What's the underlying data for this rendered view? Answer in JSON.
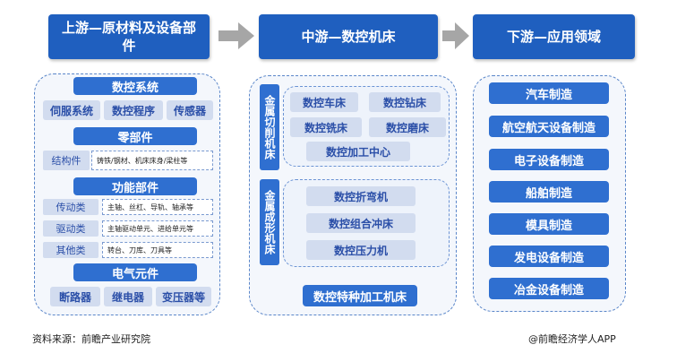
{
  "upstream": {
    "title": "上游—原材料及设备部件",
    "groups": {
      "cnc_system": {
        "title": "数控系统",
        "items": [
          "伺服系统",
          "数控程序",
          "传感器"
        ]
      },
      "parts": {
        "title": "零部件",
        "structural_label": "结构件",
        "structural_detail": "铸铁/钢材、机床床身/梁柱等"
      },
      "functional": {
        "title": "功能部件",
        "rows": [
          {
            "label": "传动类",
            "detail": "主轴、丝杠、导轨、轴承等"
          },
          {
            "label": "驱动类",
            "detail": "主轴驱动单元、进给单元等"
          },
          {
            "label": "其他类",
            "detail": "转台、刀库、刀具等"
          }
        ]
      },
      "electrical": {
        "title": "电气元件",
        "items": [
          "断路器",
          "继电器",
          "变压器等"
        ]
      }
    }
  },
  "midstream": {
    "title": "中游—数控机床",
    "cutting": {
      "label": "金属切削机床",
      "items": [
        "数控车床",
        "数控钻床",
        "数控铣床",
        "数控磨床",
        "数控加工中心"
      ]
    },
    "forming": {
      "label": "金属成形机床",
      "items": [
        "数控折弯机",
        "数控组合冲床",
        "数控压力机"
      ]
    },
    "special": "数控特种加工机床"
  },
  "downstream": {
    "title": "下游—应用领域",
    "items": [
      "汽车制造",
      "航空航天设备制造",
      "电子设备制造",
      "船舶制造",
      "模具制造",
      "发电设备制造",
      "冶金设备制造"
    ]
  },
  "footer": {
    "source": "资料来源：前瞻产业研究院",
    "credit": "@前瞻经济学人APP"
  },
  "colors": {
    "header": "#1f5fbf",
    "bar": "#2f6fd0",
    "light": "#d2dcef",
    "arrow": "#a6a6a6"
  }
}
